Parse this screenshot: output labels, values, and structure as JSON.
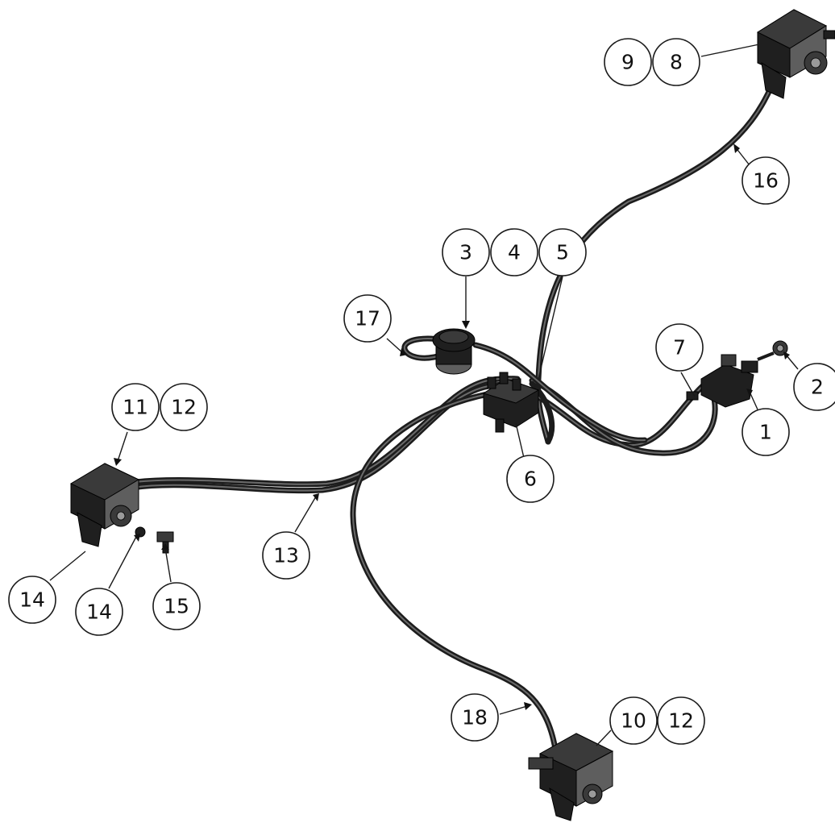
{
  "diagram": {
    "balloons": [
      {
        "id": "b1",
        "label": "1"
      },
      {
        "id": "b2",
        "label": "2"
      },
      {
        "id": "b3",
        "label": "3"
      },
      {
        "id": "b4",
        "label": "4"
      },
      {
        "id": "b5",
        "label": "5"
      },
      {
        "id": "b6",
        "label": "6"
      },
      {
        "id": "b7",
        "label": "7"
      },
      {
        "id": "b8",
        "label": "8"
      },
      {
        "id": "b9",
        "label": "9"
      },
      {
        "id": "b10",
        "label": "10"
      },
      {
        "id": "b11",
        "label": "11"
      },
      {
        "id": "b12a",
        "label": "12"
      },
      {
        "id": "b12b",
        "label": "12"
      },
      {
        "id": "b13",
        "label": "13"
      },
      {
        "id": "b14a",
        "label": "14"
      },
      {
        "id": "b14b",
        "label": "14"
      },
      {
        "id": "b15",
        "label": "15"
      },
      {
        "id": "b16",
        "label": "16"
      },
      {
        "id": "b17",
        "label": "17"
      },
      {
        "id": "b18",
        "label": "18"
      }
    ]
  }
}
